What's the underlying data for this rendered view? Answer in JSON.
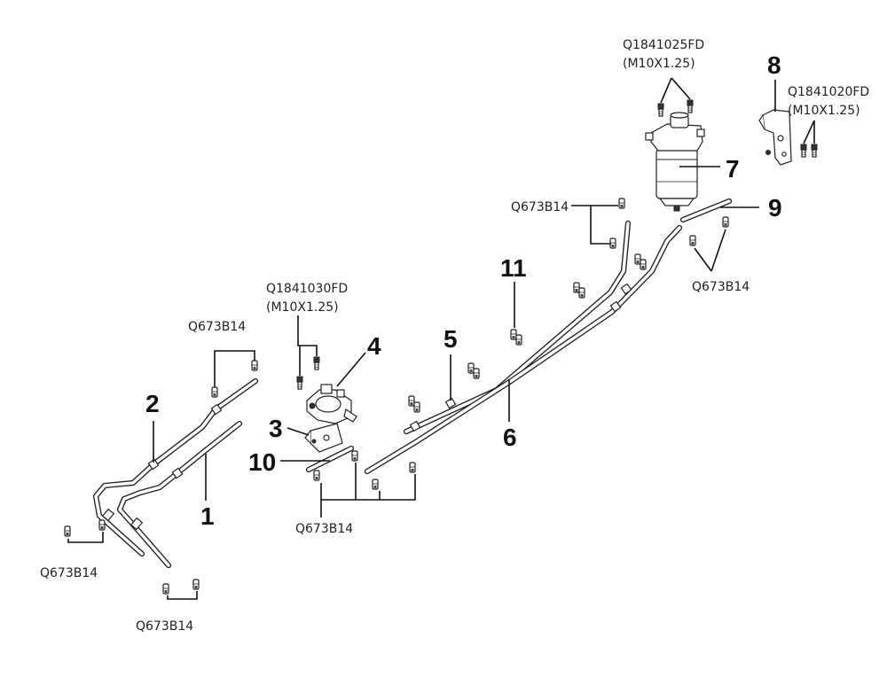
{
  "callouts": {
    "c1": "1",
    "c2": "2",
    "c3": "3",
    "c4": "4",
    "c5": "5",
    "c6": "6",
    "c7": "7",
    "c8": "8",
    "c9": "9",
    "c10": "10",
    "c11": "11"
  },
  "part_labels": {
    "clamp": "Q673B14",
    "bolt_7": "Q1841025FD",
    "bolt_7_thread": "(M10X1.25)",
    "bolt_8": "Q1841020FD",
    "bolt_8_thread": "(M10X1.25)",
    "bolt_4": "Q1841030FD",
    "bolt_4_thread": "(M10X1.25)"
  }
}
